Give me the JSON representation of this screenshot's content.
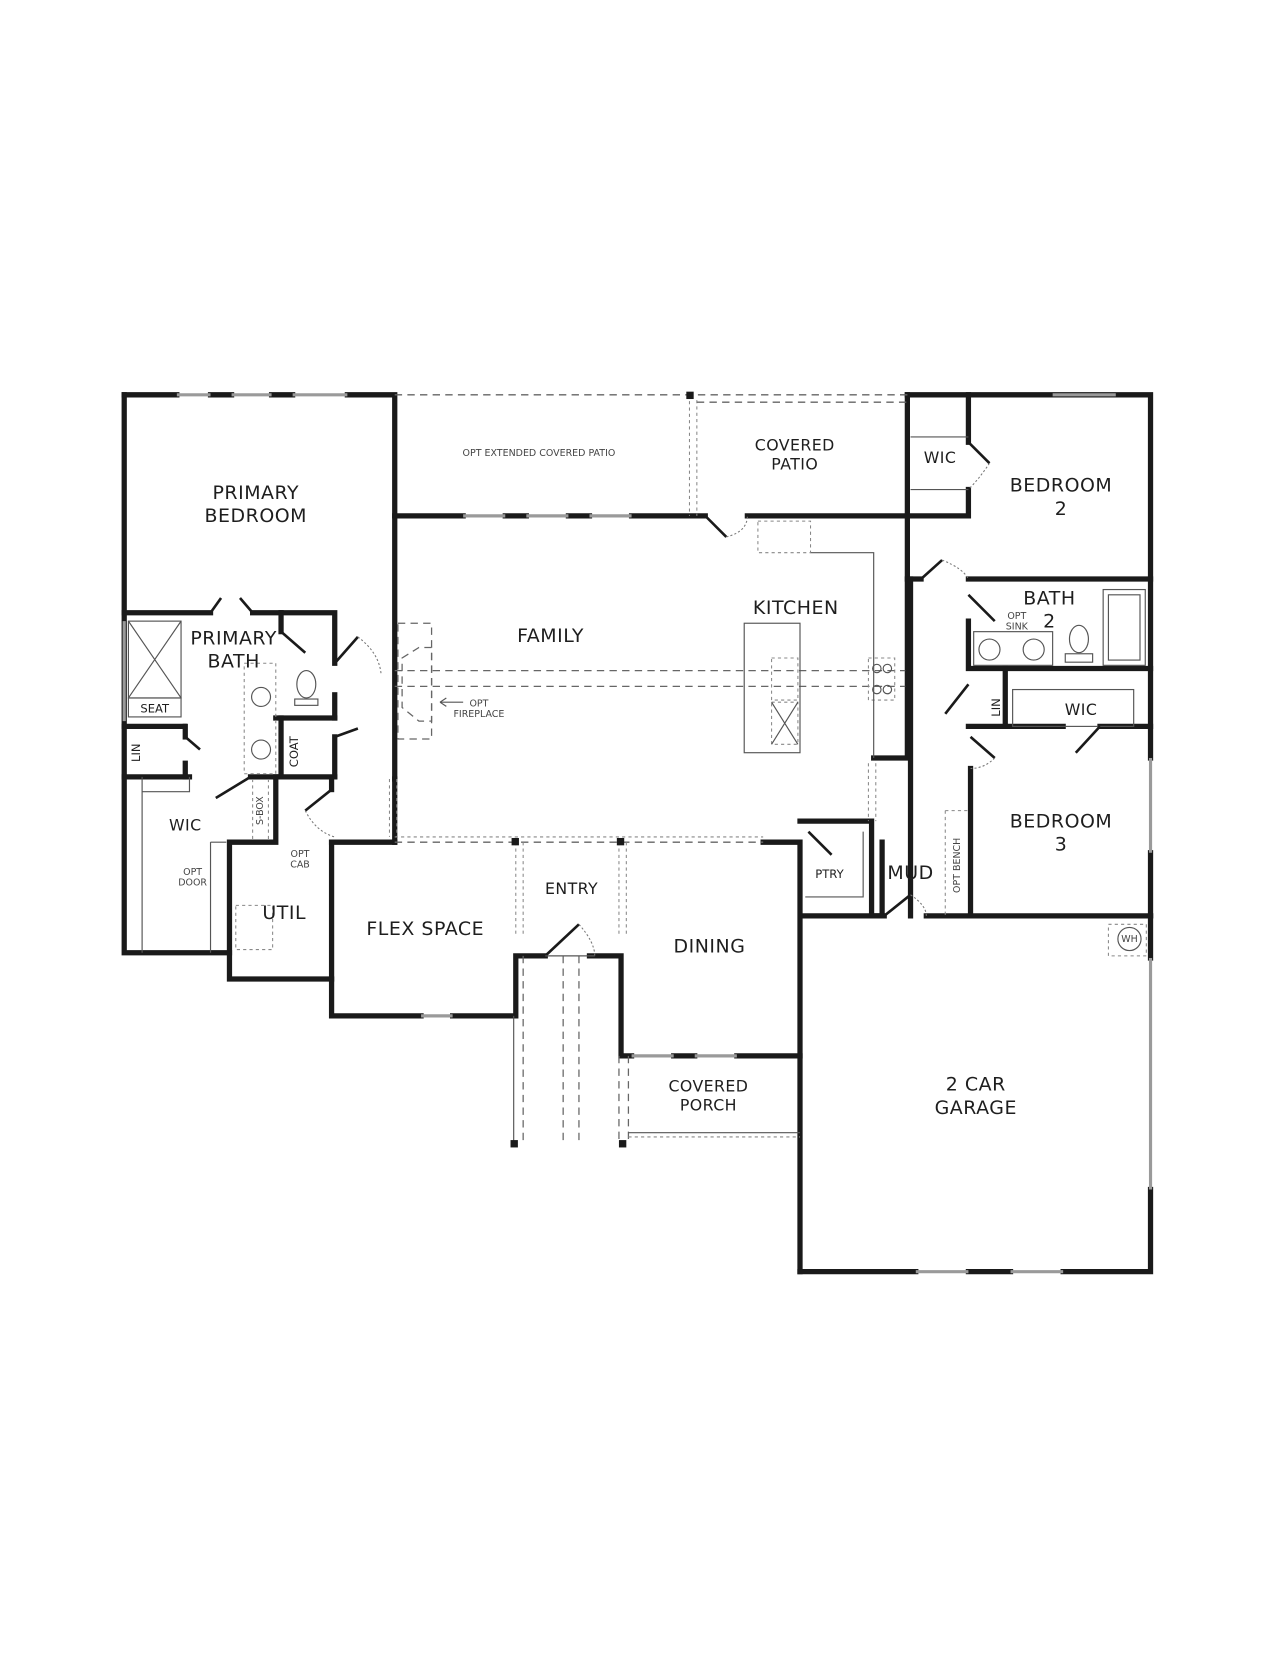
{
  "plan": {
    "rooms": {
      "primary_bedroom": [
        "PRIMARY",
        "BEDROOM"
      ],
      "primary_bath": [
        "PRIMARY",
        "BATH"
      ],
      "primary_wic": "WIC",
      "seat": "SEAT",
      "lin_primary": "LIN",
      "coat": "COAT",
      "sbox": "S-BOX",
      "util": "UTIL",
      "opt_cab": [
        "OPT",
        "CAB"
      ],
      "opt_door": [
        "OPT",
        "DOOR"
      ],
      "opt_extended_patio": "OPT EXTENDED COVERED PATIO",
      "covered_patio": [
        "COVERED",
        "PATIO"
      ],
      "family": "FAMILY",
      "opt_fireplace": [
        "OPT",
        "FIREPLACE"
      ],
      "kitchen": "KITCHEN",
      "wic_bed2": "WIC",
      "bedroom2": [
        "BEDROOM",
        "2"
      ],
      "bath2": [
        "BATH",
        "2"
      ],
      "opt_sink": [
        "OPT",
        "SINK"
      ],
      "lin_bath2": "LIN",
      "wic_bed3": "WIC",
      "bedroom3": [
        "BEDROOM",
        "3"
      ],
      "opt_bench": "OPT BENCH",
      "mud": "MUD",
      "ptry": "PTRY",
      "flex_space": "FLEX SPACE",
      "entry": "ENTRY",
      "dining": "DINING",
      "covered_porch": [
        "COVERED",
        "PORCH"
      ],
      "garage": [
        "2 CAR",
        "GARAGE"
      ],
      "wh": "WH"
    }
  }
}
